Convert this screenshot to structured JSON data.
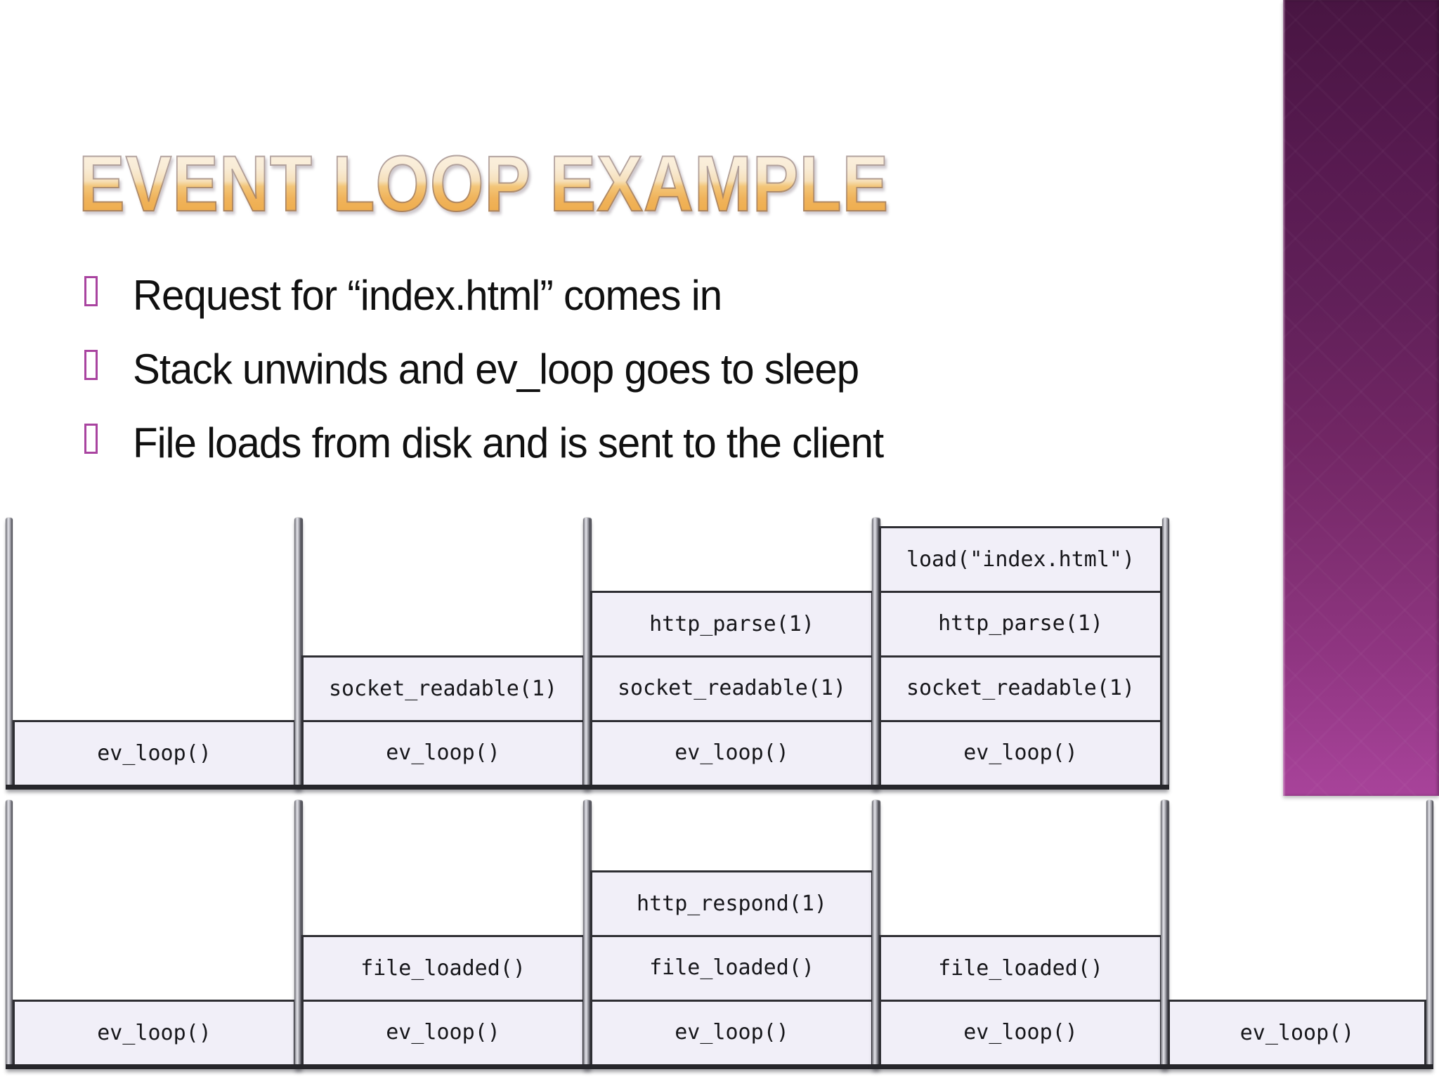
{
  "slide": {
    "title": "EVENT LOOP EXAMPLE",
    "bullets": [
      "Request for “index.html” comes in",
      "Stack unwinds and ev_loop goes to sleep",
      "File loads from disk and is sent to the client"
    ]
  },
  "diagram": {
    "rows": [
      {
        "stacks": [
          {
            "frames": [
              "ev_loop()"
            ]
          },
          {
            "frames": [
              "socket_readable(1)",
              "ev_loop()"
            ]
          },
          {
            "frames": [
              "http_parse(1)",
              "socket_readable(1)",
              "ev_loop()"
            ]
          },
          {
            "frames": [
              "load(\"index.html\")",
              "http_parse(1)",
              "socket_readable(1)",
              "ev_loop()"
            ]
          }
        ]
      },
      {
        "stacks": [
          {
            "frames": [
              "ev_loop()"
            ]
          },
          {
            "frames": [
              "file_loaded()",
              "ev_loop()"
            ]
          },
          {
            "frames": [
              "http_respond(1)",
              "file_loaded()",
              "ev_loop()"
            ]
          },
          {
            "frames": [
              "file_loaded()",
              "ev_loop()"
            ]
          },
          {
            "frames": [
              "ev_loop()"
            ]
          }
        ]
      }
    ]
  },
  "colors": {
    "background": "#ffffff",
    "accent_bar_top": "#481542",
    "accent_bar_bottom": "#a8439a",
    "bullet_marker": "#a944a0",
    "frame_fill": "#f1eff8",
    "frame_border": "#2e2e33",
    "title_gradient_top": "#fbf2e3",
    "title_gradient_bottom": "#eda843",
    "body_text": "#101010"
  }
}
